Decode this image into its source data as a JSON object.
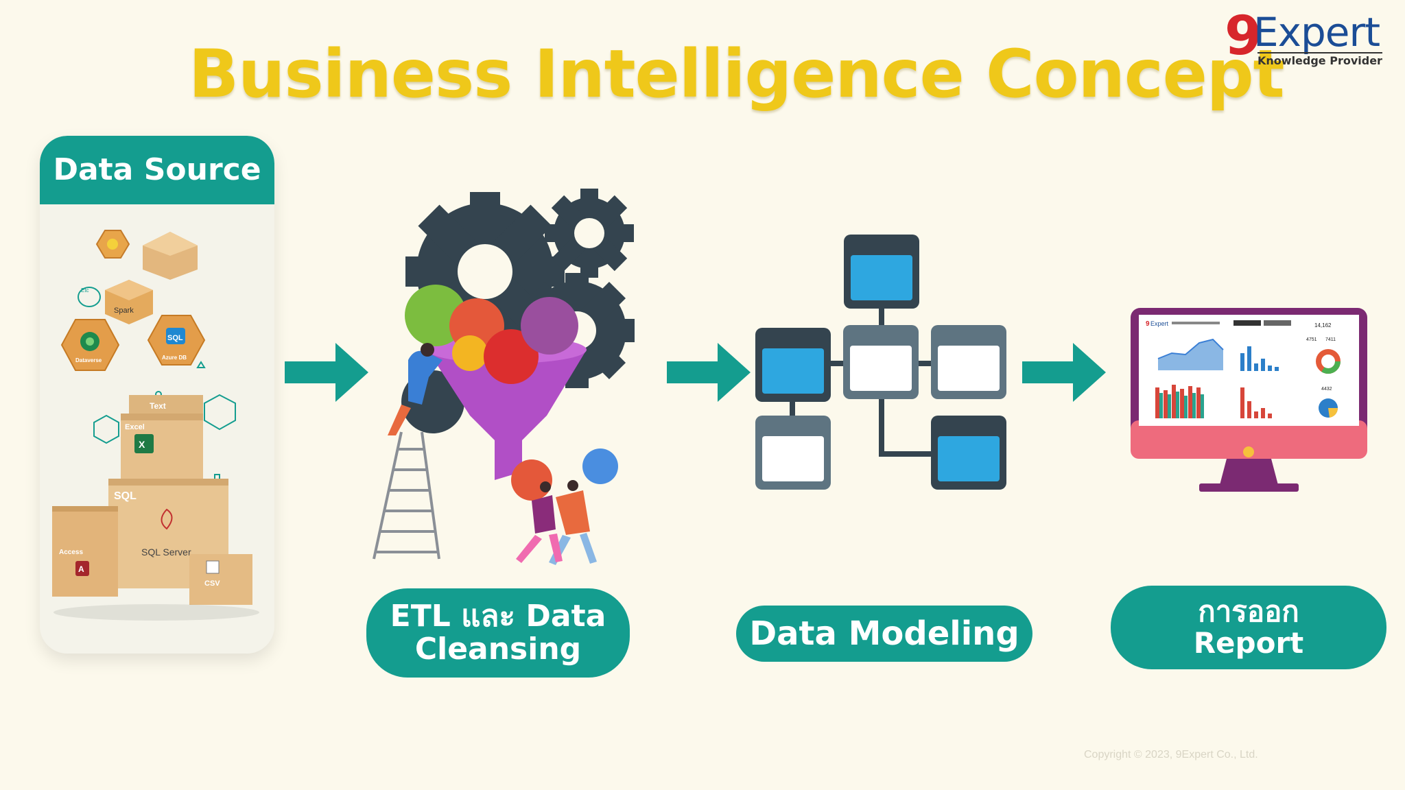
{
  "title": "Business Intelligence Concept",
  "logo": {
    "mark": "9",
    "word": "Expert",
    "tagline": "Knowledge Provider"
  },
  "stages": [
    {
      "label": "Data Source"
    },
    {
      "line1": "ETL และ Data",
      "line2": "Cleansing"
    },
    {
      "label": "Data Modeling"
    },
    {
      "line1": "การออก",
      "line2": "Report"
    }
  ],
  "source_items": {
    "box_text": "Text",
    "box_excel": "Excel",
    "box_sql": "SQL",
    "sql_server": "SQL Server",
    "box_access": "Access",
    "csv": "CSV",
    "spark": "Spark",
    "dataverse": "Dataverse",
    "sql_badge": "SQL",
    "azure_db": "Azure DB",
    "etc": "Etc"
  },
  "report_values": [
    "14,162",
    "4751",
    "7411",
    "4432"
  ],
  "copyright": "Copyright © 2023, 9Expert Co., Ltd.",
  "colors": {
    "teal": "#149d8f",
    "title": "#efc81a",
    "gear": "#34444f",
    "box_blue": "#2ea7e0"
  },
  "icons": [
    "arrow-right-icon",
    "gears-icon",
    "funnel-icon",
    "ladder-icon",
    "monitor-icon",
    "cardboard-box-icon",
    "hexagon-icon",
    "excel-icon",
    "access-icon",
    "sql-server-icon",
    "csv-icon"
  ]
}
